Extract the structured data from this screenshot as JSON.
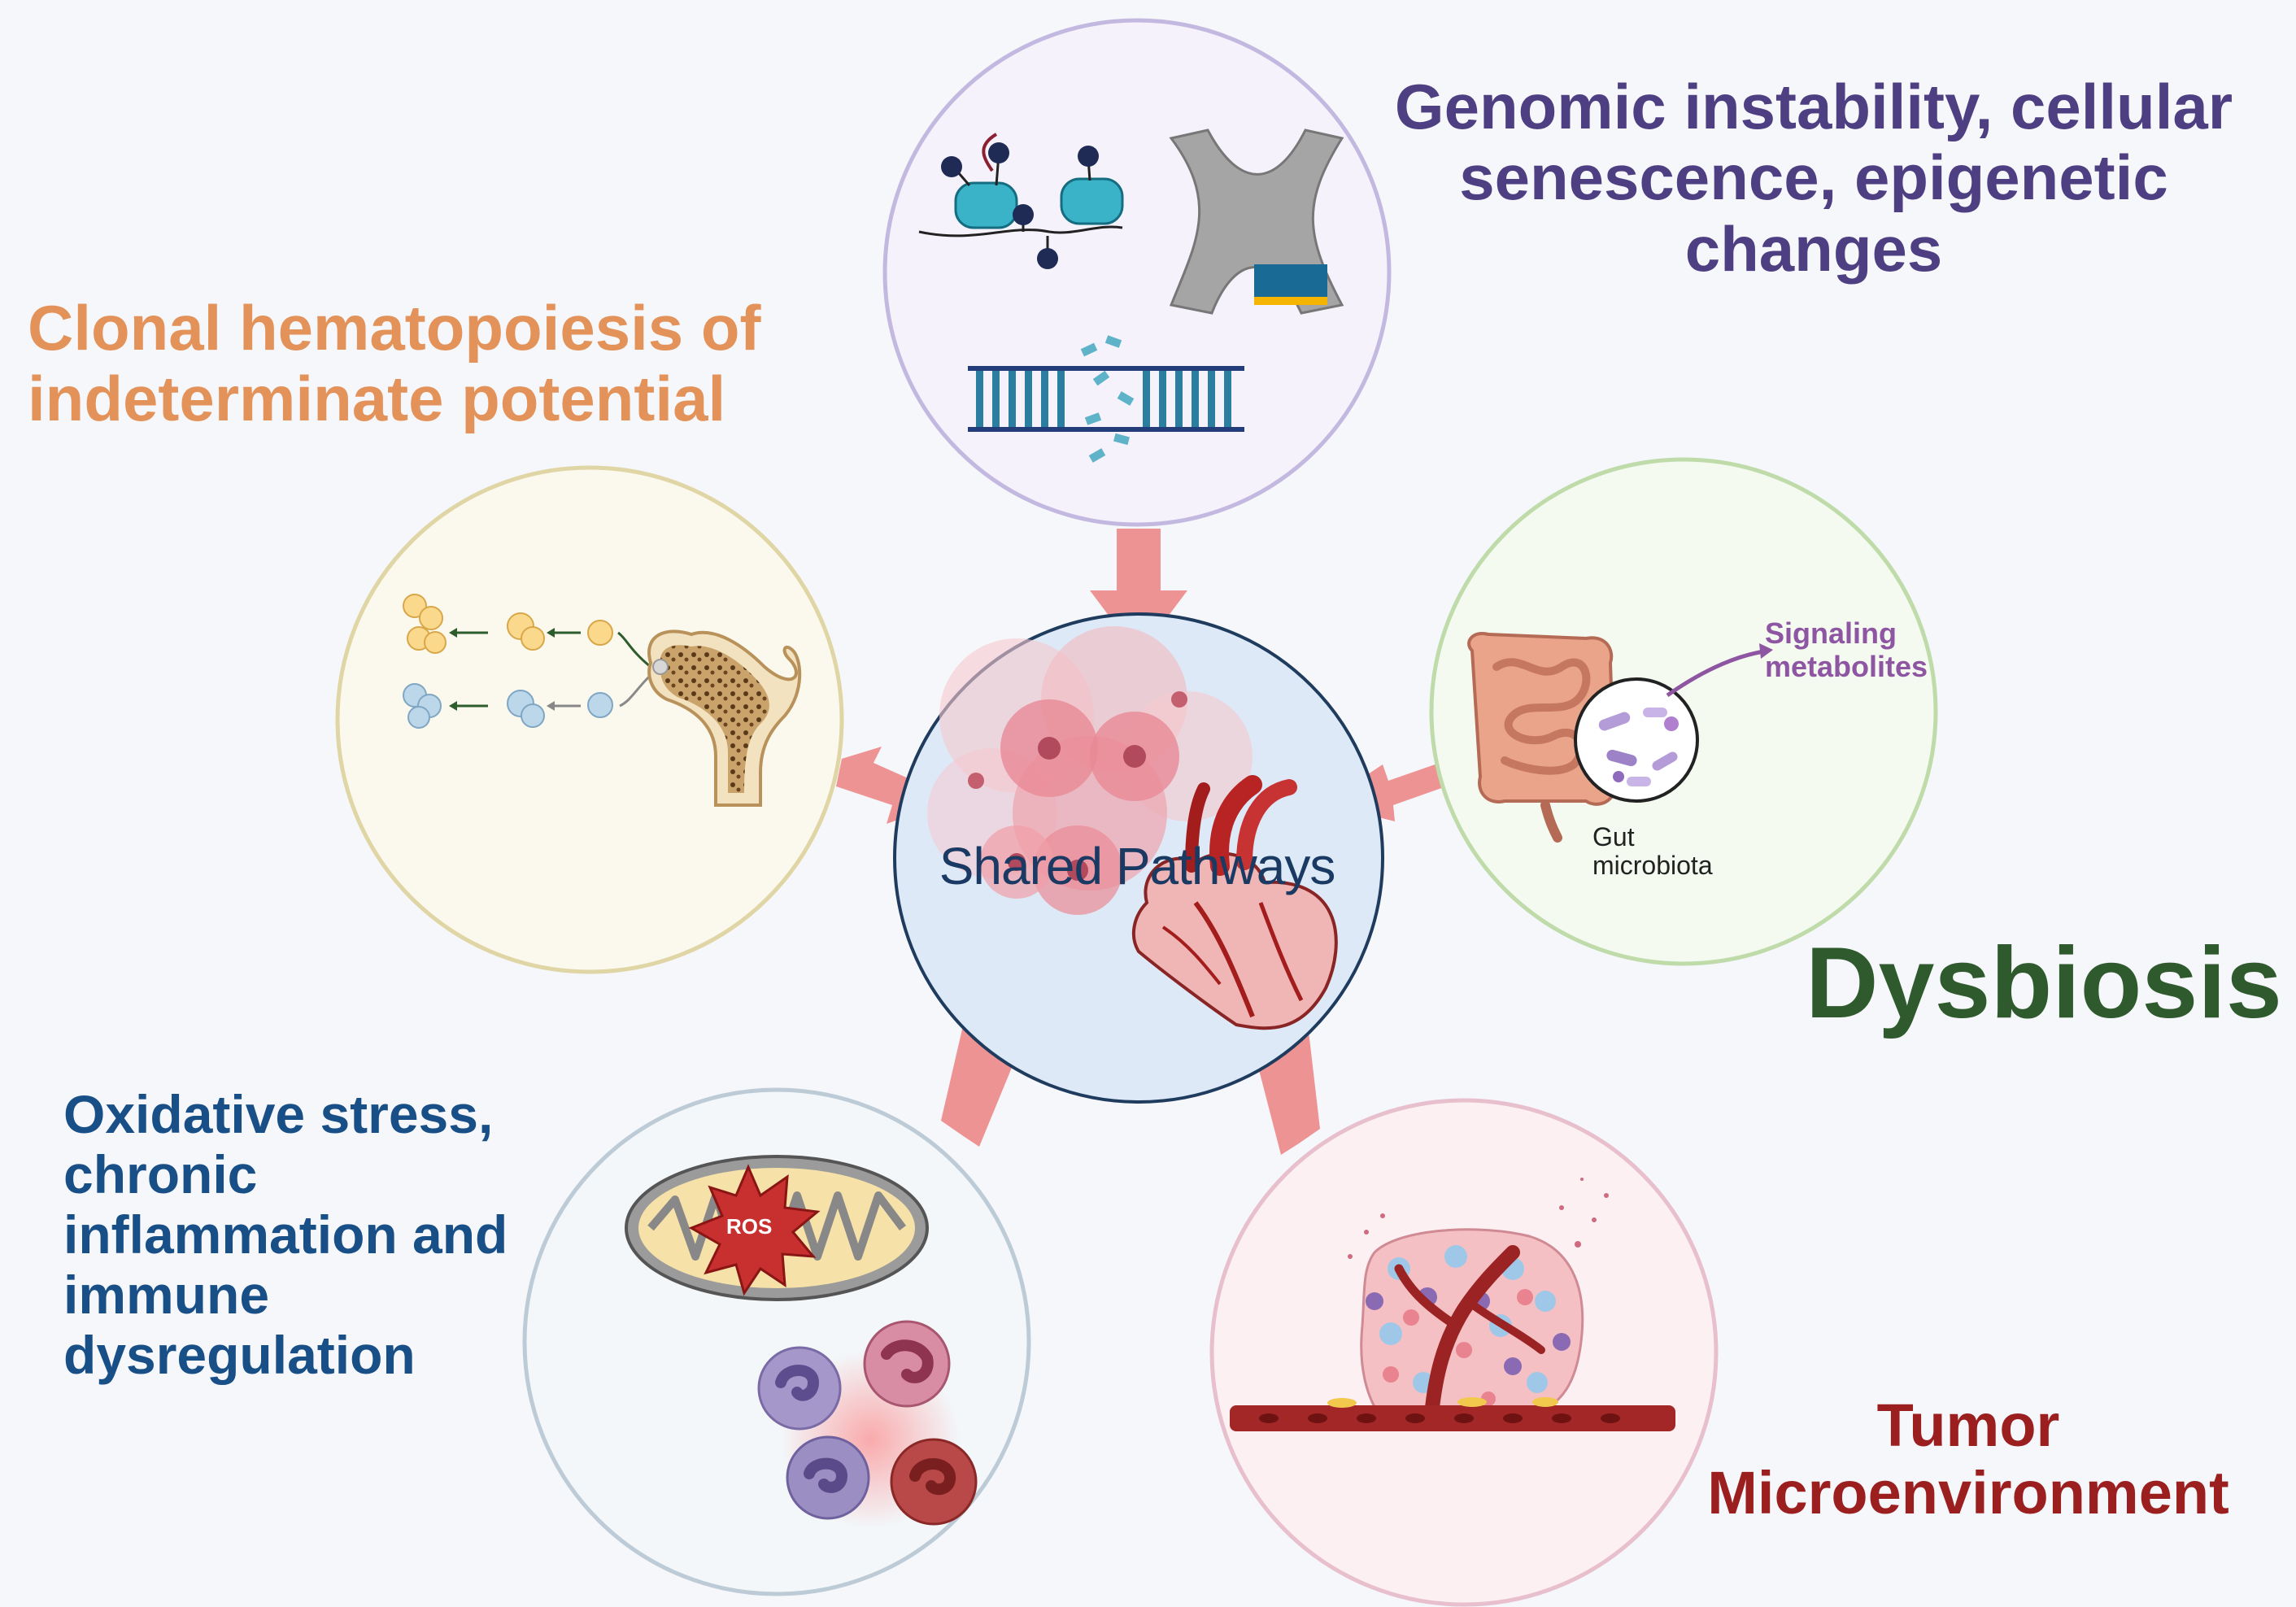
{
  "center": {
    "label": "Shared Pathways"
  },
  "nodes": {
    "genomic": {
      "lines": [
        "Genomic instability, cellular",
        "senescence, epigenetic",
        "changes"
      ],
      "color": "#4e3f82"
    },
    "clonal": {
      "lines": [
        "Clonal hematopoiesis of",
        "indeterminate potential"
      ],
      "color": "#e3935a"
    },
    "dysbiosis": {
      "label": "Dysbiosis",
      "color": "#2f5a2d",
      "callout": [
        "Signaling",
        "metabolites"
      ],
      "inset_label": [
        "Gut",
        "microbiota"
      ]
    },
    "oxidative": {
      "lines": [
        "Oxidative stress,",
        "chronic",
        "inflammation and",
        "immune",
        "dysregulation"
      ],
      "color": "#184f87",
      "badge": "ROS"
    },
    "tumor": {
      "lines": [
        "Tumor",
        "Microenvironment"
      ],
      "color": "#9b1f1f"
    }
  },
  "colors": {
    "arrow": "#ee9393",
    "center_fill": "#dde9f6",
    "center_stroke": "#1f3b5e"
  }
}
